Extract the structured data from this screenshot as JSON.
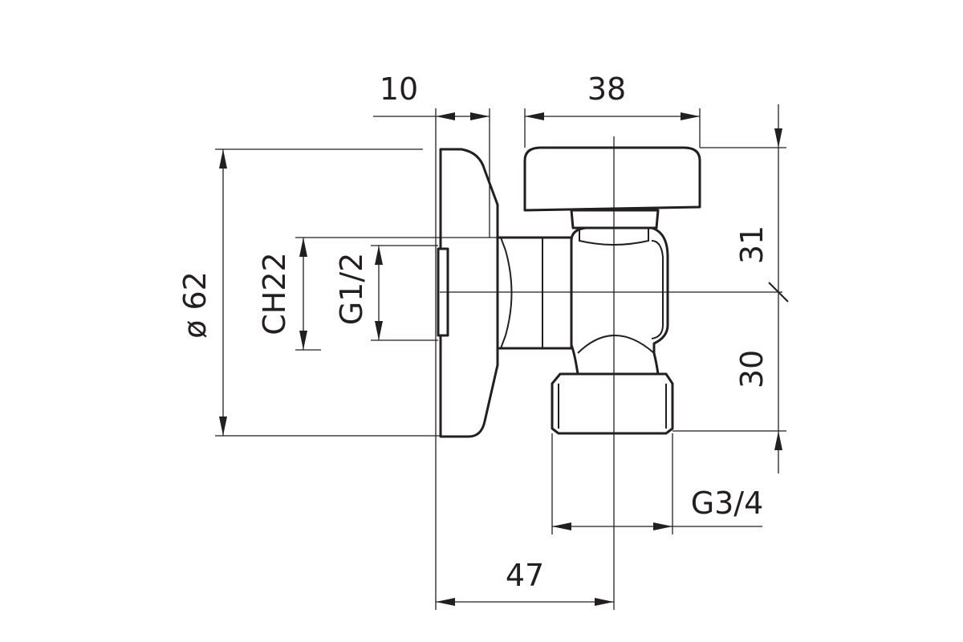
{
  "drawing": {
    "subject": "",
    "dimensions": {
      "top_wall_offset": "10",
      "top_handle_width": "38",
      "diameter_rosette": "ø 62",
      "wrench_size": "CH22",
      "inlet_thread": "G1/2",
      "right_upper_height": "31",
      "right_lower_height": "30",
      "outlet_thread": "G3/4",
      "bottom_overall_length": "47"
    },
    "colors": {
      "line": "#231f20",
      "background": "#ffffff"
    }
  }
}
